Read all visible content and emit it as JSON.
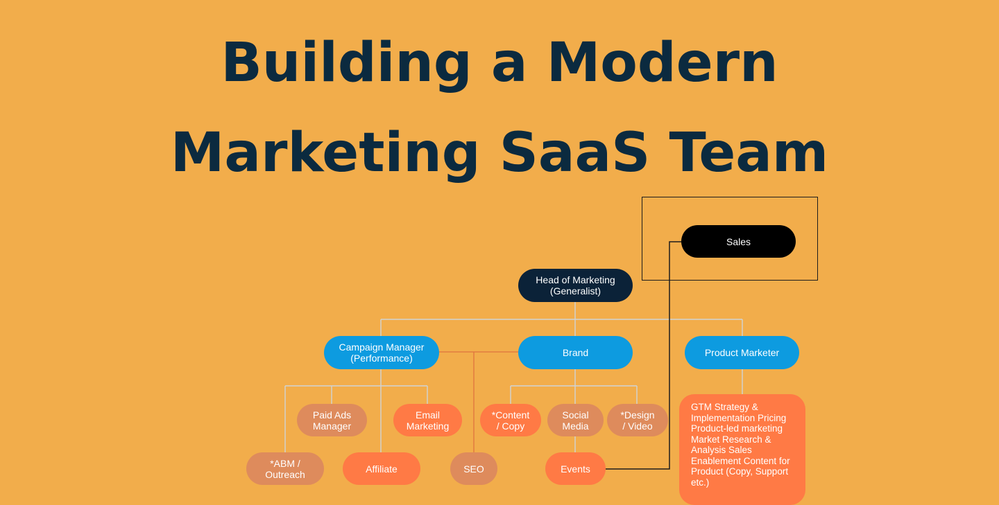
{
  "title": {
    "line1": "Building a Modern",
    "line2": "Marketing SaaS Team"
  },
  "nodes": {
    "sales": "Sales",
    "head_of_marketing": "Head of Marketing\n(Generalist)",
    "campaign_manager": "Campaign Manager\n(Performance)",
    "brand": "Brand",
    "product_marketer": "Product Marketer",
    "paid_ads_manager": "Paid Ads\nManager",
    "email_marketing": "Email\nMarketing",
    "abm_outreach": "*ABM /\nOutreach",
    "affiliate": "Affiliate",
    "seo": "SEO",
    "content_copy": "*Content\n/ Copy",
    "social_media": "Social\nMedia",
    "design_video": "*Design\n/ Video",
    "events": "Events",
    "gtm_block": "GTM Strategy & Implementation Pricing Product-led marketing Market Research & Analysis Sales Enablement Content for Product (Copy, Support etc.)"
  },
  "colors": {
    "background": "#f2ad4b",
    "title": "#0b2a3f",
    "dark_node": "#0b2238",
    "blue_node": "#0d9be0",
    "orange_node": "#ff7a45",
    "muted_node": "#de8b5c"
  }
}
